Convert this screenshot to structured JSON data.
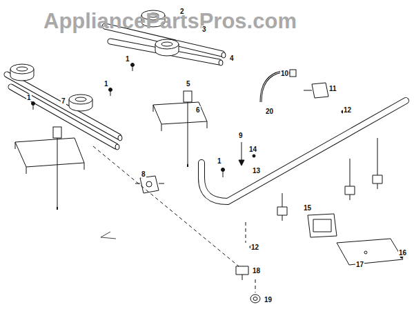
{
  "diagram": {
    "labels": [
      "AppliancePartsPros.com",
      "2",
      "3",
      "1",
      "4",
      "10",
      "11",
      "12",
      "1",
      "5",
      "6",
      "20",
      "1",
      "7",
      "9",
      "14",
      "1",
      "8",
      "13",
      "12",
      "15",
      "16",
      "17",
      "18",
      "19"
    ]
  }
}
